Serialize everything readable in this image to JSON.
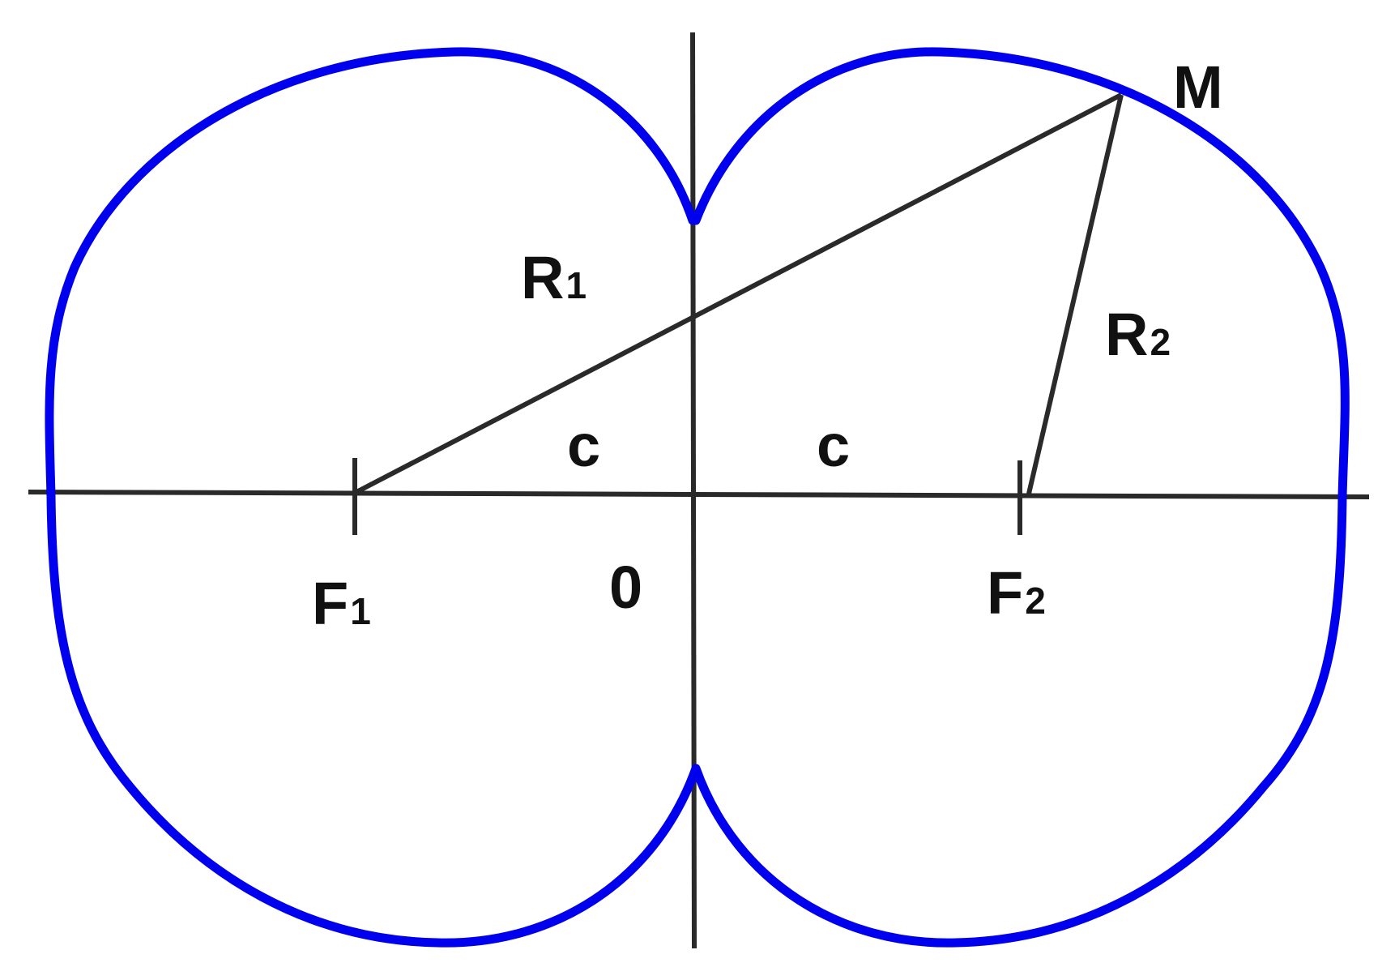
{
  "colors": {
    "curve": "#0000ee",
    "lines": "#2a2a2a",
    "labels": "#111111"
  },
  "labels": {
    "point_m": "M",
    "radius_1": {
      "base": "R",
      "sub": "1"
    },
    "radius_2": {
      "base": "R",
      "sub": "2"
    },
    "distance_left": "c",
    "distance_right": "c",
    "origin": "0",
    "focus_1": {
      "base": "F",
      "sub": "1"
    },
    "focus_2": {
      "base": "F",
      "sub": "2"
    }
  }
}
